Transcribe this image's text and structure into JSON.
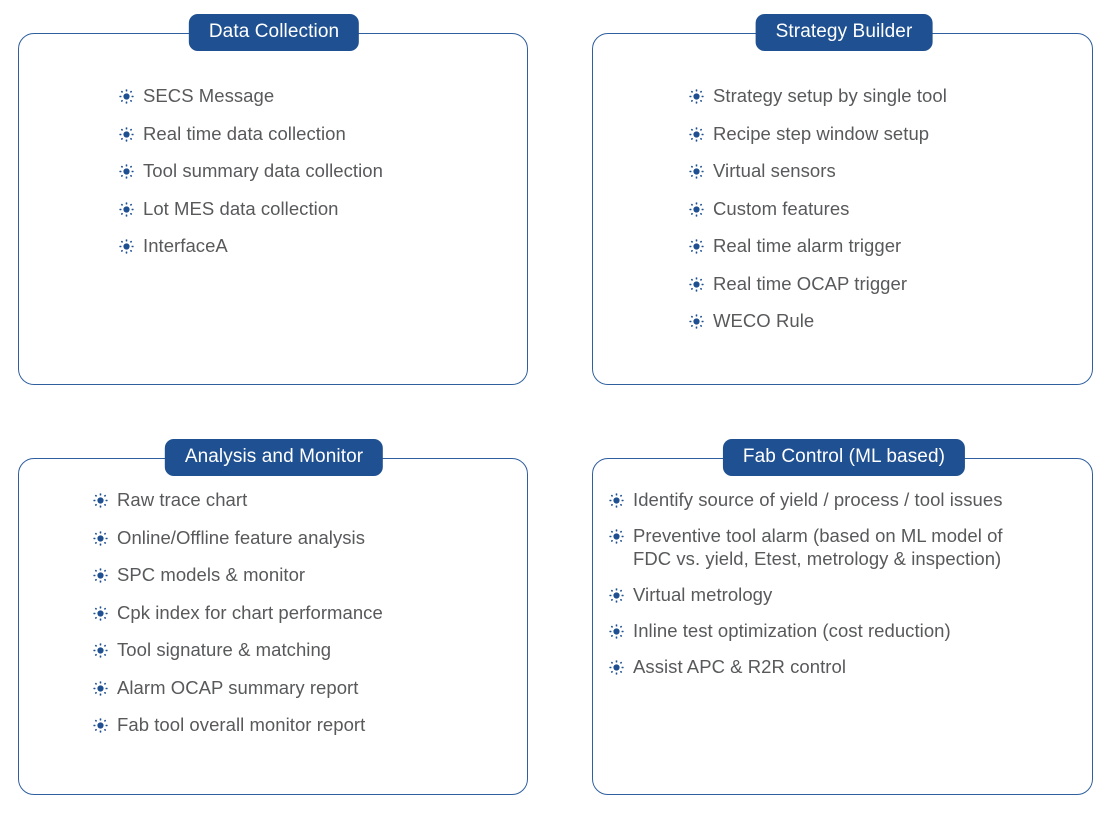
{
  "theme": {
    "badge_bg": "#1f5091",
    "badge_text": "#ffffff",
    "card_border": "#2f5f9e",
    "item_text": "#58595b",
    "bullet_color": "#1f5091",
    "page_bg": "#ffffff"
  },
  "bullet_icon_name": "radiating-dot-icon",
  "cards": [
    {
      "id": "data-collection",
      "title": "Data Collection",
      "items": [
        "SECS Message",
        "Real time data collection",
        "Tool summary data collection",
        "Lot MES data collection",
        "InterfaceA"
      ]
    },
    {
      "id": "strategy-builder",
      "title": "Strategy Builder",
      "items": [
        "Strategy setup by single tool",
        "Recipe step window setup",
        "Virtual sensors",
        "Custom features",
        "Real time alarm trigger",
        "Real time OCAP trigger",
        "WECO Rule"
      ]
    },
    {
      "id": "analysis-and-monitor",
      "title": "Analysis and Monitor",
      "items": [
        "Raw trace chart",
        "Online/Offline feature analysis",
        "SPC models & monitor",
        "Cpk index for chart performance",
        "Tool signature & matching",
        "Alarm OCAP summary report",
        "Fab tool overall monitor report"
      ]
    },
    {
      "id": "fab-control-ml-based",
      "title": "Fab Control (ML based)",
      "items": [
        "Identify source of yield / process / tool issues",
        "Preventive tool alarm (based on ML model of\nFDC vs. yield, Etest, metrology & inspection)",
        "Virtual metrology",
        "Inline test optimization (cost reduction)",
        "Assist APC & R2R control"
      ]
    }
  ]
}
